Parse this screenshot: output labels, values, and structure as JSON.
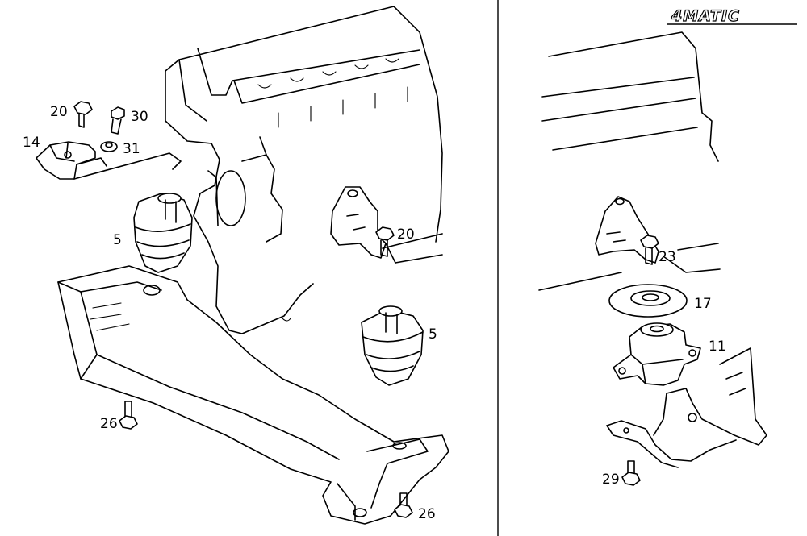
{
  "badge": {
    "text": "4MATIC"
  },
  "labels": {
    "l20a": "20",
    "l30": "30",
    "l14": "14",
    "l31": "31",
    "l5a": "5",
    "l20b": "20",
    "l5b": "5",
    "l26a": "26",
    "l26b": "26",
    "l23": "23",
    "l17": "17",
    "l11": "11",
    "l29": "29"
  }
}
